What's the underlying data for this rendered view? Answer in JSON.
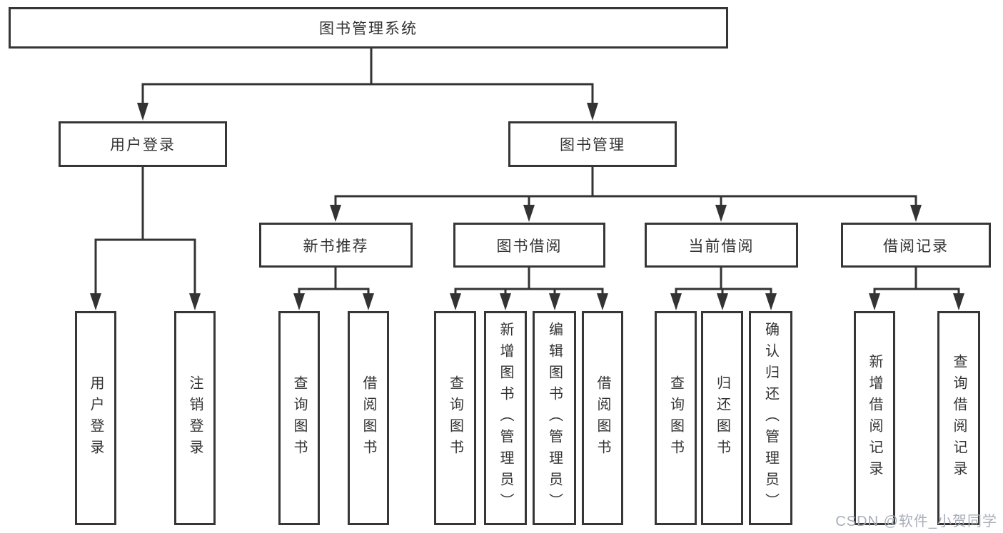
{
  "diagram": {
    "root": {
      "label": "图书管理系统"
    },
    "branches": [
      {
        "label": "用户登录",
        "children": [
          {
            "label": "用户登录"
          },
          {
            "label": "注销登录"
          }
        ]
      },
      {
        "label": "图书管理",
        "children": [
          {
            "label": "新书推荐",
            "children": [
              {
                "label": "查询图书"
              },
              {
                "label": "借阅图书"
              }
            ]
          },
          {
            "label": "图书借阅",
            "children": [
              {
                "label": "查询图书"
              },
              {
                "label": "新增图书（管理员）"
              },
              {
                "label": "编辑图书（管理员）"
              },
              {
                "label": "借阅图书"
              }
            ]
          },
          {
            "label": "当前借阅",
            "children": [
              {
                "label": "查询图书"
              },
              {
                "label": "归还图书"
              },
              {
                "label": "确认归还（管理员）"
              }
            ]
          },
          {
            "label": "借阅记录",
            "children": [
              {
                "label": "新增借阅记录"
              },
              {
                "label": "查询借阅记录"
              }
            ]
          }
        ]
      }
    ]
  },
  "watermark": {
    "text": "CSDN @软件_小贺同学"
  },
  "colors": {
    "line": "#333333",
    "border": "#363636",
    "text": "#333333",
    "background": "#ffffff",
    "watermark": "#a9aeb8"
  }
}
